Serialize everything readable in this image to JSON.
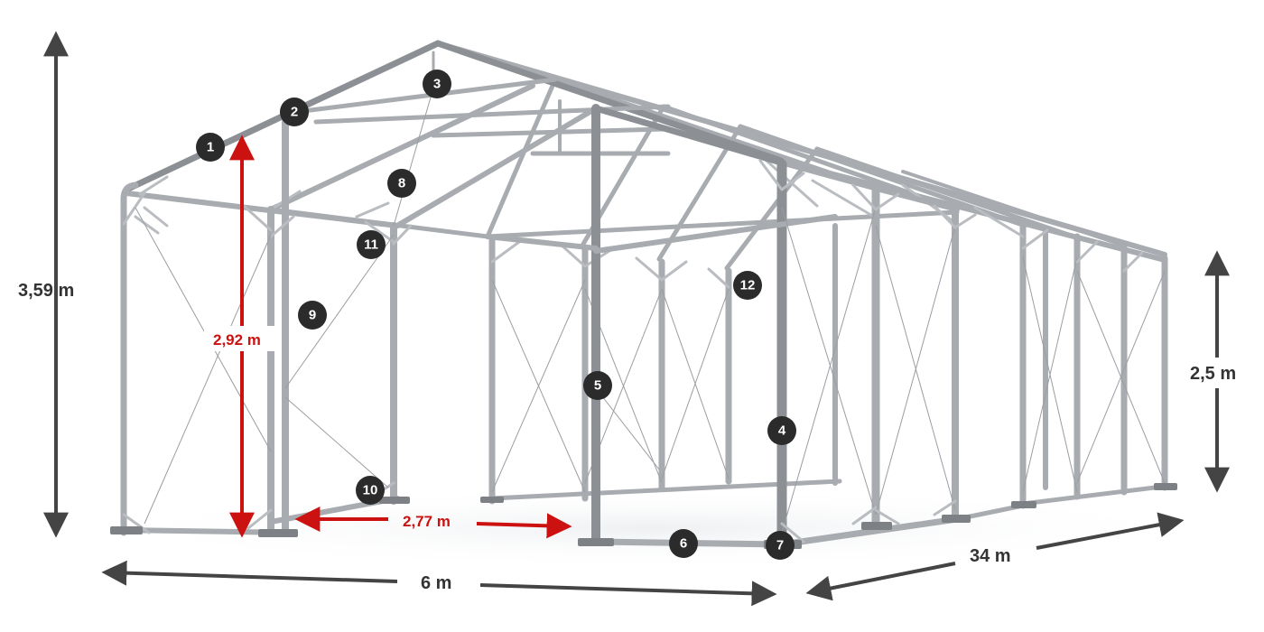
{
  "dimensions": {
    "total_height": "3,59 m",
    "side_height": "2,5 m",
    "inner_height": "2,92 m",
    "door_width": "2,77 m",
    "width": "6 m",
    "length": "34 m"
  },
  "callouts": [
    "1",
    "2",
    "3",
    "4",
    "5",
    "6",
    "7",
    "8",
    "9",
    "10",
    "11",
    "12"
  ],
  "colors": {
    "frame": "#a8abaf",
    "badge": "#2b2b2b",
    "dimension_arrow": "#444444",
    "highlight_arrow": "#cc1111"
  }
}
